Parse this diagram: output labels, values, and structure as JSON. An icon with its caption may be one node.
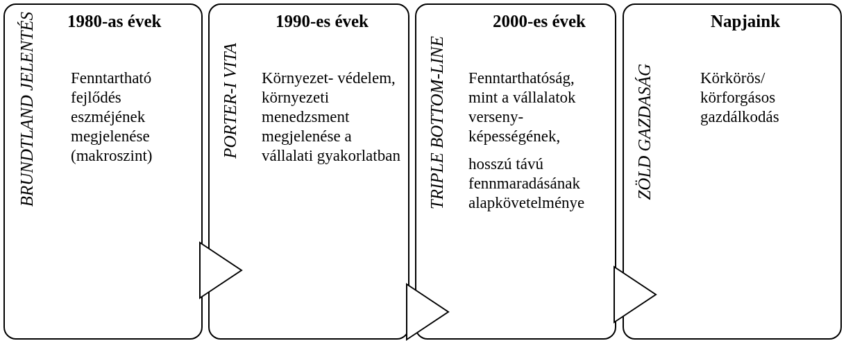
{
  "diagram": {
    "nodes": [
      {
        "text": [
          "1980-as évek",
          "BRUNDTLAND JELENTÉS",
          "Fenntartható fejlődés eszméjének megjelenése (makroszint)"
        ]
      },
      {
        "text": [
          "1990-es évek",
          "PORTER-I VITA",
          "Környezet- védelem, környezeti menedzsment megjelenése a vállalati gyakorlatban"
        ]
      },
      {
        "text": [
          "2000-es évek",
          "TRIPLE BOTTOM-LINE",
          "Fenntarthatóság, mint a vállalatok verseny- képességének,",
          "hosszú távú fennmaradásának alapkövetelménye"
        ]
      },
      {
        "text": [
          "Napjaink",
          "ZÖLD GAZDASÁG",
          "Körkörös/ körforgásos gazdálkodás"
        ]
      }
    ],
    "edges": [
      {
        "from": 0,
        "to": 1,
        "arrow": "to"
      },
      {
        "from": 1,
        "to": 2,
        "arrow": "to"
      },
      {
        "from": 2,
        "to": 3,
        "arrow": "to"
      }
    ]
  }
}
